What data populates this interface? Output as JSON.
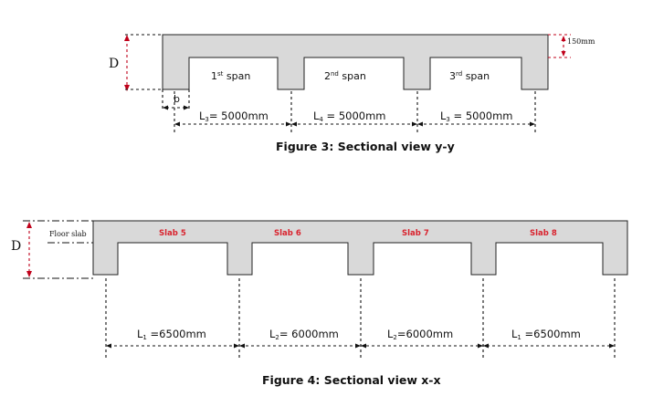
{
  "figure3": {
    "caption": "Figure 3: Sectional view y-y",
    "depth_label": "D",
    "web_width_label": "b",
    "thickness_label": "150mm",
    "spans": [
      {
        "name": "1st span",
        "num": "1",
        "sup": "st",
        "rest": " span"
      },
      {
        "name": "2nd span",
        "num": "2",
        "sup": "nd",
        "rest": " span"
      },
      {
        "name": "3rd span",
        "num": "3",
        "sup": "rd",
        "rest": " span"
      }
    ],
    "dims": [
      {
        "pre": "L",
        "sub": "3",
        "post": "= 5000mm"
      },
      {
        "pre": "L",
        "sub": "4",
        "post": " = 5000mm"
      },
      {
        "pre": "L",
        "sub": "3",
        "post": " = 5000mm"
      }
    ]
  },
  "figure4": {
    "caption": "Figure 4: Sectional view x-x",
    "depth_label": "D",
    "floor_slab_label": "Floor slab",
    "slabs": [
      "Slab 5",
      "Slab 6",
      "Slab 7",
      "Slab 8"
    ],
    "dims": [
      {
        "pre": "L",
        "sub": "1",
        "post": " =6500mm"
      },
      {
        "pre": "L",
        "sub": "2",
        "post": "= 6000mm"
      },
      {
        "pre": "L",
        "sub": "2",
        "post": "=6000mm"
      },
      {
        "pre": "L",
        "sub": "1",
        "post": " =6500mm"
      }
    ]
  },
  "colors": {
    "section_fill": "#d9d9d9",
    "slab_label": "#d9232e",
    "red_dim": "#c0001a"
  }
}
